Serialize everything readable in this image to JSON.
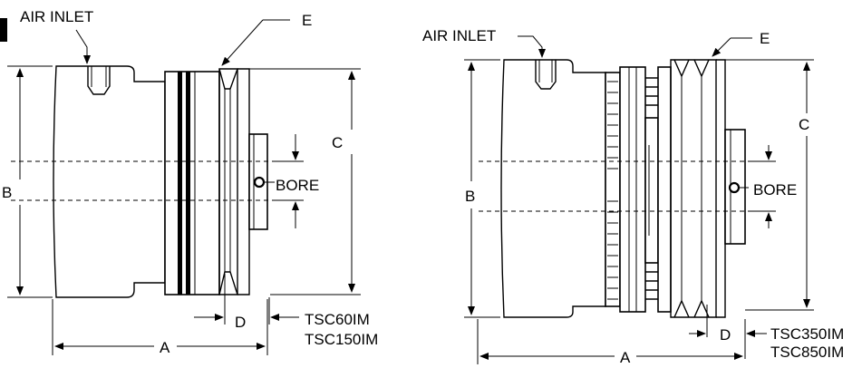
{
  "left_view": {
    "air_inlet": "AIR INLET",
    "dim_a": "A",
    "dim_b": "B",
    "dim_c": "C",
    "dim_d": "D",
    "dim_e": "E",
    "bore": "BORE",
    "model_1": "TSC60IM",
    "model_2": "TSC150IM"
  },
  "right_view": {
    "air_inlet": "AIR INLET",
    "dim_a": "A",
    "dim_b": "B",
    "dim_c": "C",
    "dim_d": "D",
    "dim_e": "E",
    "bore": "BORE",
    "model_1": "TSC350IM",
    "model_2": "TSC850IM"
  }
}
